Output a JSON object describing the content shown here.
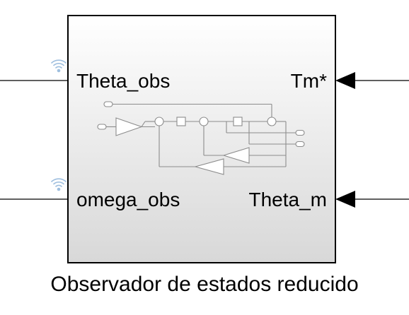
{
  "block": {
    "name": "Observador de estados reducido",
    "outputs": [
      "Theta_obs",
      "omega_obs"
    ],
    "inputs": [
      "Tm*",
      "Theta_m"
    ],
    "colors": {
      "border": "#000000",
      "fill_top": "#ffffff",
      "fill_bottom": "#d9d9d9",
      "icon_stroke": "#7f7f7f",
      "signal_icon": "#9fbfdf"
    },
    "icons": [
      "wireless-signal-icon",
      "wireless-signal-icon"
    ]
  }
}
